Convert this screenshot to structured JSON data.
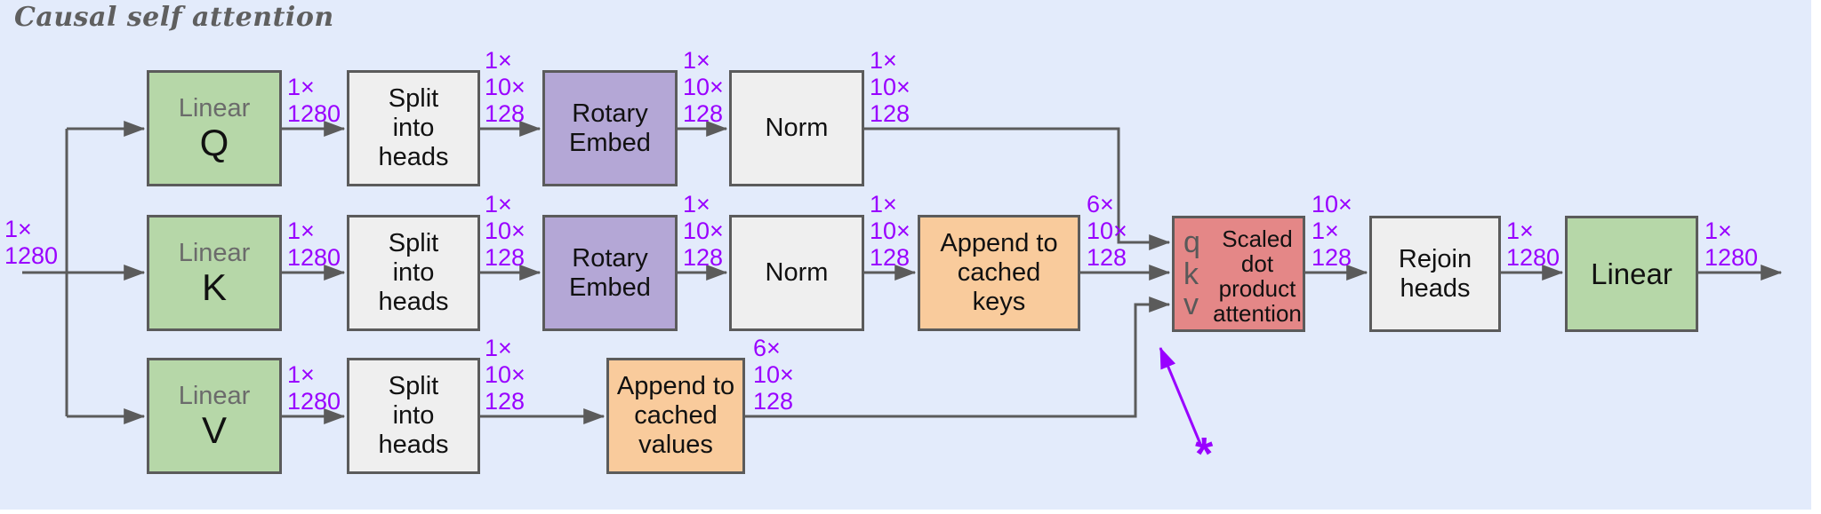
{
  "title": "Causal self attention",
  "colors": {
    "background": "#e3ebfb",
    "box_border": "#5b5b5b",
    "arrow": "#5b5b5b",
    "green_box": "#b6d7a8",
    "gray_box": "#efefef",
    "purple_box": "#b4a7d6",
    "orange_box": "#f9cb9c",
    "red_box": "#e48787",
    "dim_text": "#9900ff",
    "title_text": "#5f5f5f",
    "port_text": "#595959"
  },
  "boxes": {
    "linear_q": {
      "prefix": "Linear",
      "label": "Q"
    },
    "split_q": {
      "label": "Split\ninto\nheads"
    },
    "rotary_q": {
      "label": "Rotary\nEmbed"
    },
    "norm_q": {
      "label": "Norm"
    },
    "linear_k": {
      "prefix": "Linear",
      "label": "K"
    },
    "split_k": {
      "label": "Split\ninto\nheads"
    },
    "rotary_k": {
      "label": "Rotary\nEmbed"
    },
    "norm_k": {
      "label": "Norm"
    },
    "append_keys": {
      "label": "Append to\ncached\nkeys"
    },
    "linear_v": {
      "prefix": "Linear",
      "label": "V"
    },
    "split_v": {
      "label": "Split\ninto\nheads"
    },
    "append_values": {
      "label": "Append to\ncached\nvalues"
    },
    "attention": {
      "ports": {
        "q": "q",
        "k": "k",
        "v": "v"
      },
      "label": "Scaled\ndot\nproduct\nattention"
    },
    "rejoin": {
      "label": "Rejoin\nheads"
    },
    "linear_out": {
      "label": "Linear"
    }
  },
  "dims": {
    "input": "1×\n1280",
    "q_linear_out": "1×\n1280",
    "q_split_out": "1×\n10×\n128",
    "q_rotary_out": "1×\n10×\n128",
    "q_norm_out": "1×\n10×\n128",
    "k_linear_out": "1×\n1280",
    "k_split_out": "1×\n10×\n128",
    "k_rotary_out": "1×\n10×\n128",
    "k_norm_out": "1×\n10×\n128",
    "k_append_out": "6×\n10×\n128",
    "v_linear_out": "1×\n1280",
    "v_split_out": "1×\n10×\n128",
    "v_append_out": "6×\n10×\n128",
    "attn_out": "10×\n1×\n128",
    "rejoin_out": "1×\n1280",
    "final_out": "1×\n1280"
  },
  "annotation": {
    "asterisk": "*"
  }
}
